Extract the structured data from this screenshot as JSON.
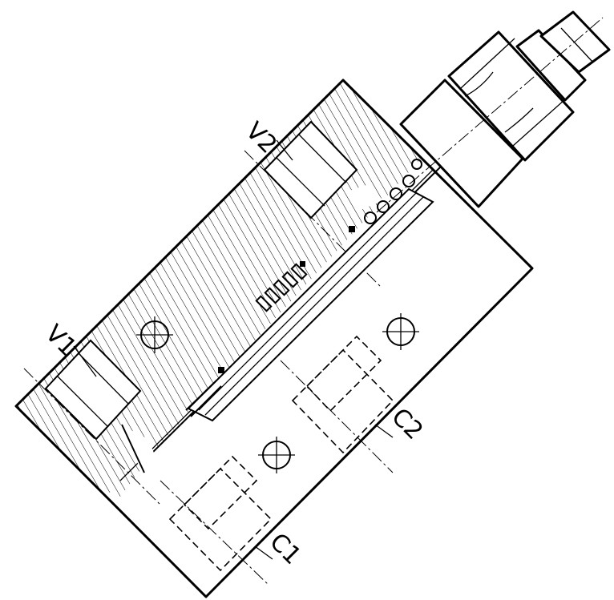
{
  "ports": {
    "v1": "V1",
    "v2": "V2",
    "c1": "C1",
    "c2": "C2"
  }
}
